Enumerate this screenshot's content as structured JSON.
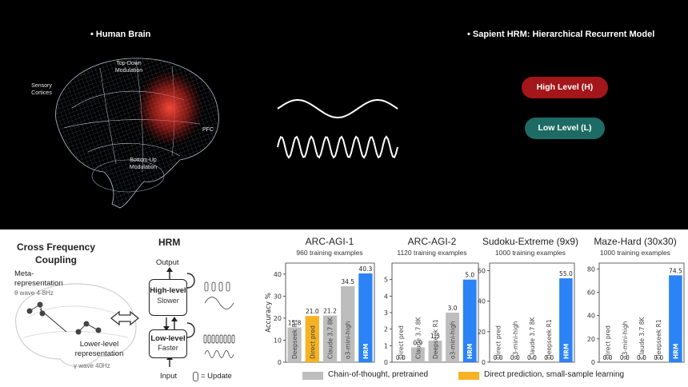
{
  "top": {
    "human_brain_header": "• Human Brain",
    "sapient_header": "• Sapient HRM: Hierarchical Recurrent Model",
    "brain_labels": {
      "sensory": "Sensory\nCortices",
      "top_down": "Top-Down\nModulation",
      "pfc": "PFC",
      "bottom_up": "Bottom-Up\nModulation"
    },
    "high_level_label": "High Level (H)",
    "low_level_label": "Low Level (L)",
    "colors": {
      "high": "#a3161a",
      "low": "#1d6b64",
      "pfc_glow": "#ff3b30"
    }
  },
  "coupling": {
    "title_line1": "Cross Frequency",
    "title_line2": "Coupling",
    "meta_label": "Meta-\nrepresentation",
    "theta_label": "θ wave 4-8Hz",
    "lower_label": "Lower-level\nrepresentation",
    "gamma_label": "γ wave 40Hz"
  },
  "hrm": {
    "title": "HRM",
    "output_label": "Output",
    "input_label": "Input",
    "high_title": "High-level",
    "high_sub": "Slower",
    "low_title": "Low-level",
    "low_sub": "Faster",
    "update_legend": "= Update"
  },
  "chart_data": [
    {
      "type": "bar",
      "title": "ARC-AGI-1",
      "subtitle": "960 training examples",
      "ylabel": "Accuracy %",
      "ylim": [
        0,
        45
      ],
      "yticks": [
        0,
        10,
        20,
        30,
        40
      ],
      "categories": [
        "Deepseek R1",
        "Direct pred",
        "Claude 3.7 8K",
        "o3-mini-high",
        "HRM"
      ],
      "values": [
        15.8,
        21.0,
        21.2,
        34.5,
        40.3
      ],
      "value_labels": [
        "15.8",
        "21.0",
        "21.2",
        "34.5",
        "40.3"
      ],
      "groups": [
        "cot",
        "direct",
        "cot",
        "cot",
        "direct"
      ],
      "highlight": [
        false,
        false,
        false,
        false,
        true
      ]
    },
    {
      "type": "bar",
      "title": "ARC-AGI-2",
      "subtitle": "1120 training examples",
      "ylim": [
        0,
        6
      ],
      "yticks": [
        0,
        1,
        2,
        3,
        4,
        5
      ],
      "categories": [
        "Direct pred",
        "Claude 3.7 8K",
        "Deepseek R1",
        "o3-mini-high",
        "HRM"
      ],
      "values": [
        0.0,
        0.9,
        1.3,
        3.0,
        5.0
      ],
      "value_labels": [
        "0.0",
        "0.9",
        "1.3",
        "3.0",
        "5.0"
      ],
      "groups": [
        "direct",
        "cot",
        "cot",
        "cot",
        "direct"
      ],
      "highlight": [
        false,
        false,
        false,
        false,
        true
      ]
    },
    {
      "type": "bar",
      "title": "Sudoku-Extreme (9x9)",
      "subtitle": "1000 training examples",
      "ylim": [
        0,
        65
      ],
      "yticks": [
        0,
        20,
        40,
        60
      ],
      "categories": [
        "Direct pred",
        "o3-mini-high",
        "Claude 3.7 8K",
        "Deepseek R1",
        "HRM"
      ],
      "values": [
        0.0,
        0.0,
        0.0,
        0.0,
        55.0
      ],
      "value_labels": [
        "0.0",
        "0.0",
        "0.0",
        "0.0",
        "55.0"
      ],
      "groups": [
        "direct",
        "cot",
        "cot",
        "cot",
        "direct"
      ],
      "highlight": [
        false,
        false,
        false,
        false,
        true
      ]
    },
    {
      "type": "bar",
      "title": "Maze-Hard (30x30)",
      "subtitle": "1000 training examples",
      "ylim": [
        0,
        85
      ],
      "yticks": [
        0,
        20,
        40,
        60,
        80
      ],
      "categories": [
        "Direct pred",
        "o3-mini-high",
        "Claude 3.7 8K",
        "Deepseek R1",
        "HRM"
      ],
      "values": [
        0.0,
        0.0,
        0.0,
        0.0,
        74.5
      ],
      "value_labels": [
        "0.0",
        "0.0",
        "0.0",
        "0.0",
        "74.5"
      ],
      "groups": [
        "direct",
        "cot",
        "cot",
        "cot",
        "direct"
      ],
      "highlight": [
        false,
        false,
        false,
        false,
        true
      ]
    }
  ],
  "legend": {
    "cot_label": "Chain-of-thought, pretrained",
    "direct_label": "Direct prediction, small-sample learning",
    "colors": {
      "cot": "#bdbdbd",
      "direct": "#f5b323",
      "hrm": "#2b83f6"
    }
  }
}
